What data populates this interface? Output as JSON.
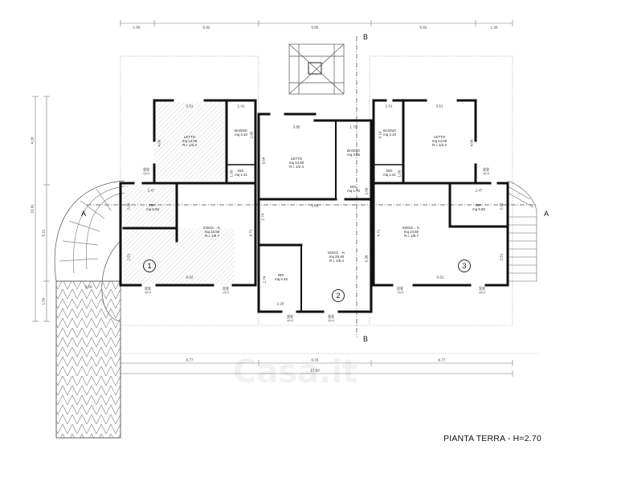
{
  "title": "PIANTA TERRA - H=2.70",
  "watermark": "Casa.it",
  "section_marks": {
    "a": "A",
    "b": "B"
  },
  "unit_numbers": [
    "1",
    "2",
    "3"
  ],
  "rooms": {
    "u1_letto": {
      "name": "LETTO",
      "area": "mq 14.05",
      "ri": "R.I. 1/2.2"
    },
    "u1_bagno": {
      "name": "BAGNO",
      "area": "mq 4.10"
    },
    "u1_dis": {
      "name": "DIS.",
      "area": "mq 1.41"
    },
    "u1_rip": {
      "name": "RIP.",
      "area": "mq 5.55"
    },
    "u1_sogg": {
      "name": "SOGG. - K.",
      "area": "mq 24.60",
      "ri": "R.I. 1/5.7"
    },
    "u2_letto": {
      "name": "LETTO",
      "area": "mq 14.80",
      "ri": "R.I. 1/2.4"
    },
    "u2_bagno": {
      "name": "BAGNO",
      "area": "mq 4.65"
    },
    "u2_dis": {
      "name": "DIS.",
      "area": "mq 1.70"
    },
    "u2_rip": {
      "name": "RIP.",
      "area": "mq 6.45"
    },
    "u2_sogg": {
      "name": "SOGG. - K.",
      "area": "mq 25.40",
      "ri": "R.I. 1/5.4"
    },
    "u3_letto": {
      "name": "LETTO",
      "area": "mq 14.00",
      "ri": "R.I. 1/2.2"
    },
    "u3_bagno": {
      "name": "BAGNO",
      "area": "mq 4.10"
    },
    "u3_dis": {
      "name": "DIS.",
      "area": "mq 1.41"
    },
    "u3_rip": {
      "name": "RIP.",
      "area": "mq 5.55"
    },
    "u3_sogg": {
      "name": "SOGG. - K.",
      "area": "mq 24.60",
      "ri": "R.I. 1/5.7"
    }
  },
  "dimensions": {
    "top": [
      "1.50",
      "5.62",
      "5.55",
      "5.62",
      "1.50"
    ],
    "bottom": [
      "6.77",
      "6.15",
      "6.77"
    ],
    "bottom_total": "17.50",
    "left": [
      "4.20",
      "13.91",
      "5.21",
      "1.50"
    ],
    "interior": [
      "3.51",
      "1.41",
      "3.85",
      "1.70",
      "1.41",
      "3.51",
      "2.47",
      "2.47",
      "5.65",
      "6.52",
      "6.52",
      "2.20",
      "4.00",
      "4.00",
      "2.51",
      "2.51",
      "3.54",
      "5.38",
      "4.71",
      "4.71",
      "2.74",
      "2.74",
      "3.10",
      "2.90",
      "1.00",
      "1.00",
      "2.00",
      "2.00",
      "2.00",
      "3.00"
    ],
    "openings": [
      "0.90",
      "2.40",
      "1.00",
      "2.40",
      "0.90",
      "2.40",
      "0.90",
      "2.40",
      "0.90",
      "2.40",
      "0.90",
      "2.40",
      "1.00",
      "2.40",
      "0.90",
      "2.40"
    ]
  }
}
